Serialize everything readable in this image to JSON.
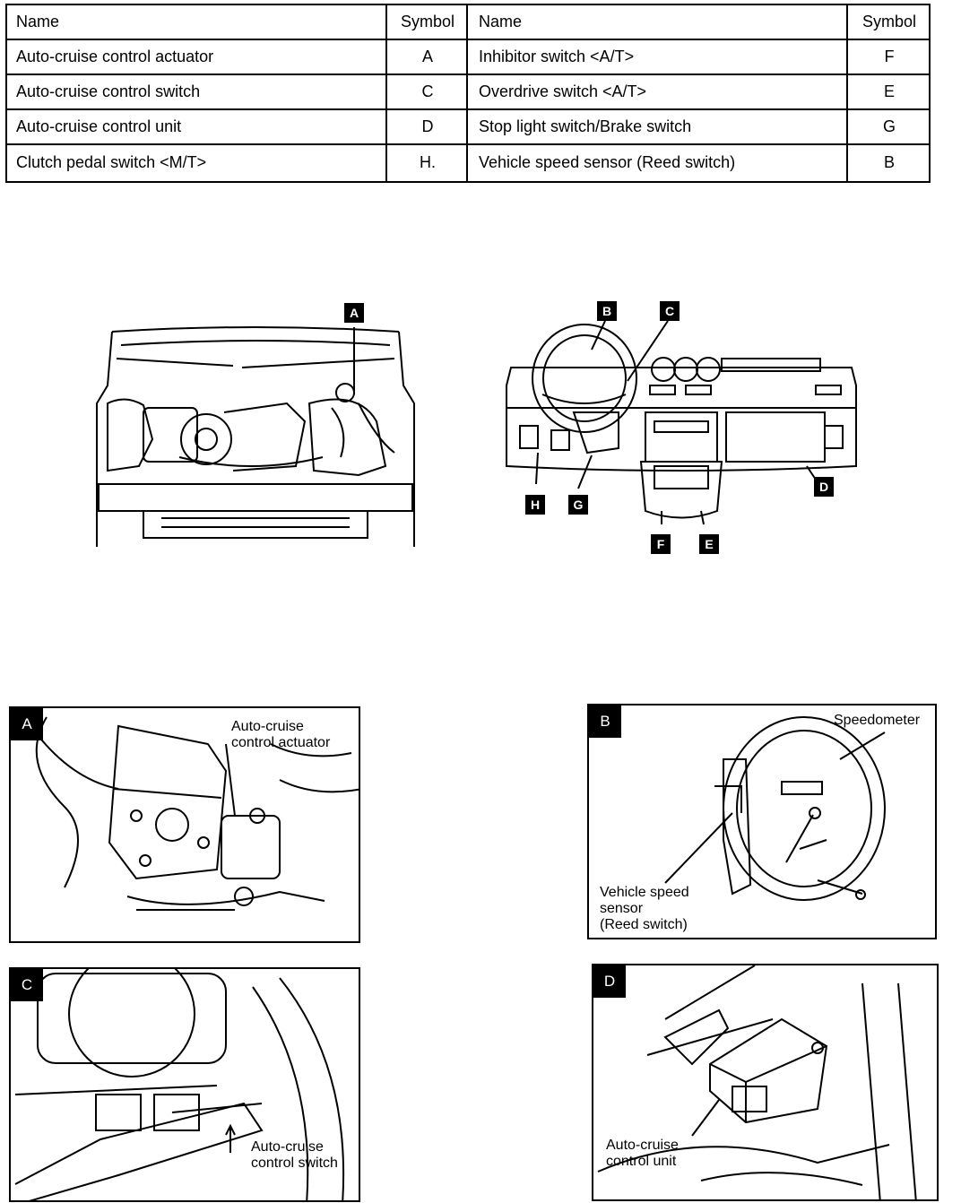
{
  "table": {
    "headers": {
      "name_left": "Name",
      "symbol_left": "Symbol",
      "name_right": "Name",
      "symbol_right": "Symbol"
    },
    "rows": [
      {
        "left_name": "Auto-cruise control actuator",
        "left_symbol": "A",
        "right_name": "Inhibitor switch <A/T>",
        "right_symbol": "F"
      },
      {
        "left_name": "Auto-cruise control switch",
        "left_symbol": "C",
        "right_name": "Overdrive switch <A/T>",
        "right_symbol": "E"
      },
      {
        "left_name": "Auto-cruise control unit",
        "left_symbol": "D",
        "right_name": "Stop light switch/Brake switch",
        "right_symbol": "G"
      },
      {
        "left_name": "Clutch pedal switch <M/T>",
        "left_symbol": "H.",
        "right_name": "Vehicle speed sensor (Reed switch)",
        "right_symbol": "B"
      }
    ]
  },
  "overview": {
    "engine_label": "A",
    "dash_labels": {
      "b": "B",
      "c": "C",
      "d": "D",
      "e": "E",
      "f": "F",
      "g": "G",
      "h": "H"
    }
  },
  "details": {
    "a": {
      "tag": "A",
      "caption": "Auto-cruise\ncontrol actuator"
    },
    "b": {
      "tag": "B",
      "caption_top": "Speedometer",
      "caption_bottom": "Vehicle speed\nsensor\n(Reed switch)"
    },
    "c": {
      "tag": "C",
      "caption": "Auto-cruise\ncontrol switch"
    },
    "d": {
      "tag": "D",
      "caption": "Auto-cruise\ncontrol unit"
    }
  }
}
